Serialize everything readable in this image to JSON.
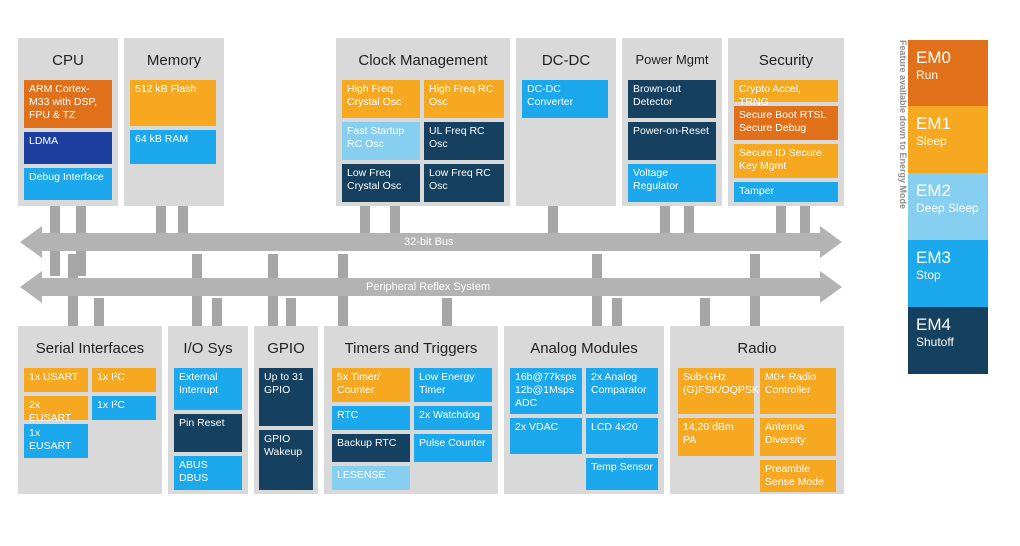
{
  "cpu": {
    "title": "CPU",
    "b0": "ARM Cortex-M33 with DSP, FPU & TZ",
    "b1": "LDMA",
    "b2": "Debug Interface"
  },
  "memory": {
    "title": "Memory",
    "b0": "512 kB Flash",
    "b1": "64 kB RAM"
  },
  "clock": {
    "title": "Clock Management",
    "b0": "High Freq Crystal Osc",
    "b1": "High Freq RC Osc",
    "b2": "Fast Startup RC Osc",
    "b3": "UL Freq RC Osc",
    "b4": "Low Freq Crystal Osc",
    "b5": "Low Freq RC Osc"
  },
  "dcdc": {
    "title": "DC-DC",
    "b0": "DC-DC Converter"
  },
  "power": {
    "title": "Power Mgmt",
    "b0": "Brown-out Detector",
    "b1": "Power-on-Reset",
    "b2": "Voltage Regulator"
  },
  "security": {
    "title": "Security",
    "b0": "Crypto Accel, TRNG",
    "b1": "Secure Boot RTSL Secure Debug",
    "b2": "Secure ID Secure Key Mgmt",
    "b3": "Tamper"
  },
  "bus": {
    "main": "32-bit Bus",
    "prs": "Peripheral Reflex System"
  },
  "serial": {
    "title": "Serial Interfaces",
    "b0": "1x USART",
    "b1": "1x I²C",
    "b2": "2x EUSART",
    "b3": "1x I²C",
    "b4": "1x EUSART"
  },
  "io": {
    "title": "I/O Sys",
    "b0": "External Interrupt",
    "b1": "Pin Reset",
    "b2": "ABUS DBUS"
  },
  "gpio": {
    "title": "GPIO",
    "b0": "Up to 31 GPIO",
    "b1": "GPIO Wakeup"
  },
  "timers": {
    "title": "Timers and Triggers",
    "b0": "5x Timer/ Counter",
    "b1": "Low Energy Timer",
    "b2": "RTC",
    "b3": "2x Watchdog",
    "b4": "Backup RTC",
    "b5": "Pulse Counter",
    "b6": "LESENSE"
  },
  "analog": {
    "title": "Analog Modules",
    "b0": "16b@77ksps 12b@1Msps ADC",
    "b1": "2x Analog Comparator",
    "b2": "2x VDAC",
    "b3": "LCD 4x20",
    "b4": "Temp Sensor"
  },
  "radio": {
    "title": "Radio",
    "b0": "Sub-GHz (G)FSK/OQPSK",
    "b1": "M0+ Radio Controller",
    "b2": "14,20 dBm PA",
    "b3": "Antenna Diversity",
    "b4": "Preamble Sense Mode"
  },
  "legend": {
    "side": "Feature available down to Energy Mode",
    "em0": {
      "name": "EM0",
      "label": "Run"
    },
    "em1": {
      "name": "EM1",
      "label": "Sleep"
    },
    "em2": {
      "name": "EM2",
      "label": "Deep Sleep"
    },
    "em3": {
      "name": "EM3",
      "label": "Stop"
    },
    "em4": {
      "name": "EM4",
      "label": "Shutoff"
    }
  },
  "colors": {
    "em0": "#e0711a",
    "em1": "#f7a821",
    "em2": "#87cff0",
    "em3": "#1ba8ec",
    "em4": "#15405f",
    "ldma": "#1c3fa0",
    "panel": "#d9d9d9",
    "bus": "#b3b3b3"
  }
}
